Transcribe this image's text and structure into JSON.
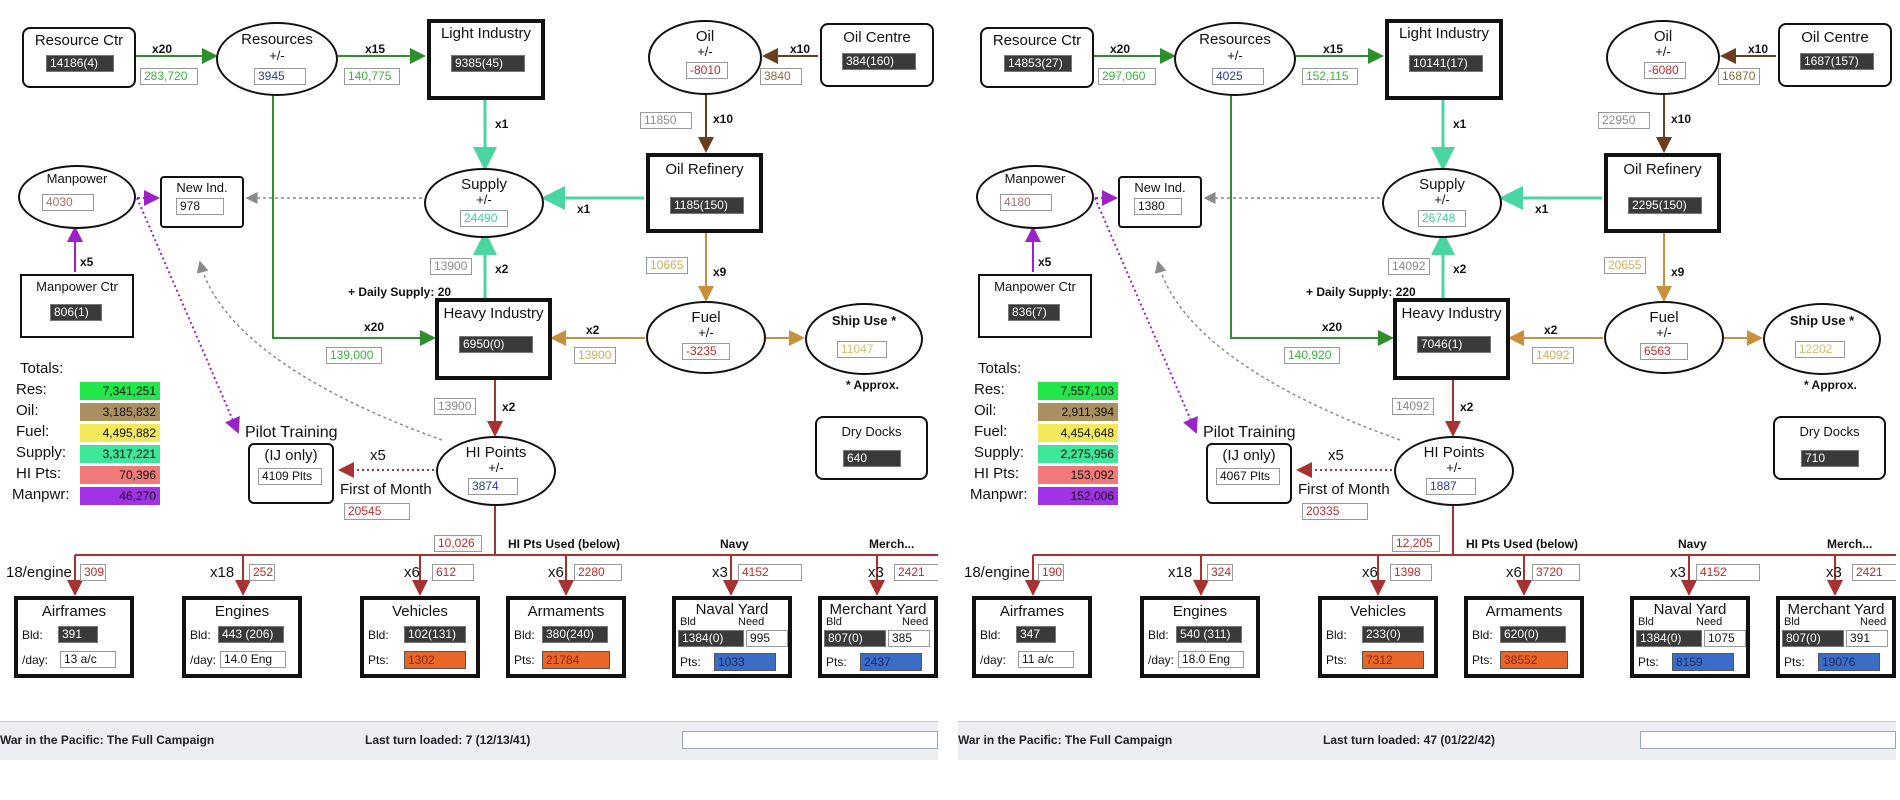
{
  "colors": {
    "green": "#2f8f2f",
    "mint": "#49d6a0",
    "oil": "#6b3e1f",
    "fuel": "#c8903a",
    "hi": "#a83232",
    "purple": "#9b22c5",
    "grey": "#8a8a8a"
  },
  "labels": {
    "resource_ctr": "Resource Ctr",
    "resources": "Resources",
    "plusminus": "+/-",
    "light_industry": "Light Industry",
    "oil": "Oil",
    "oil_centre": "Oil Centre",
    "oil_refinery": "Oil Refinery",
    "supply": "Supply",
    "manpower": "Manpower",
    "new_ind": "New Ind.",
    "manpower_ctr": "Manpower Ctr",
    "daily_supply": "+ Daily Supply:",
    "heavy_industry": "Heavy Industry",
    "fuel": "Fuel",
    "ship_use": "Ship Use *",
    "approx": "* Approx.",
    "dry_docks": "Dry Docks",
    "totals": "Totals:",
    "res": "Res:",
    "oil_t": "Oil:",
    "fuel_t": "Fuel:",
    "supply_t": "Supply:",
    "hi_pts": "HI Pts:",
    "manpwr": "Manpwr:",
    "pilot_training": "Pilot Training",
    "ij_only": "(IJ only)",
    "first_of_month": "First of Month",
    "hi_points": "HI Points",
    "hi_used": "HI Pts Used (below)",
    "navy": "Navy",
    "merch": "Merch...",
    "per_engine": "18/engine",
    "airframes": "Airframes",
    "engines": "Engines",
    "vehicles": "Vehicles",
    "armaments": "Armaments",
    "naval_yard": "Naval Yard",
    "merchant_yard": "Merchant Yard",
    "bld": "Bld:",
    "per_day": "/day:",
    "pts": "Pts:",
    "bld_col": "Bld",
    "need_col": "Need",
    "x20": "x20",
    "x15": "x15",
    "x10": "x10",
    "x1": "x1",
    "x2": "x2",
    "x9": "x9",
    "x5": "x5",
    "x18": "x18",
    "x6": "x6",
    "x3": "x3"
  },
  "panels": [
    {
      "resource_ctr": "14186(4)",
      "res_income": "283,720",
      "resources_net": "3945",
      "li_income": "140,775",
      "light_industry": "9385(45)",
      "oil_net": "-8010",
      "oil_income": "3840",
      "oil_centre": "384(160)",
      "refinery_oil": "11850",
      "oil_refinery": "1185(150)",
      "manpower": "4030",
      "new_ind": "978",
      "supply_net": "24490",
      "supply_hi": "13900",
      "daily_supply": "20",
      "manpower_ctr": "806(1)",
      "heavy_industry": "6950(0)",
      "fuel_net": "-3235",
      "fuel_refinery": "10665",
      "fuel_hi": "13900",
      "ship_use": "11047",
      "hi_res": "139,000",
      "dry_docks": "640",
      "tot_res": "7,341,251",
      "tot_oil": "3,185,832",
      "tot_fuel": "4,495,882",
      "tot_supply": "3,317,221",
      "tot_hi": "70,396",
      "tot_manpwr": "46,270",
      "hi_pts_in": "13900",
      "pilot_training": "4109 Plts",
      "hi_points": "3874",
      "first_of_month": "20545",
      "hi_used": "10,026",
      "air_need": "309",
      "eng_need": "252",
      "veh_need": "612",
      "arm_need": "2280",
      "naval_need_top": "4152",
      "merch_need_top": "2421",
      "air_bld": "391",
      "air_day": "13 a/c",
      "eng_bld": "443 (206)",
      "eng_day": "14.0 Eng",
      "veh_bld": "102(131)",
      "veh_pts": "1302",
      "arm_bld": "380(240)",
      "arm_pts": "21784",
      "naval_bld": "1384(0)",
      "naval_need": "995",
      "naval_pts": "1033",
      "merch_bld": "807(0)",
      "merch_need": "385",
      "merch_pts": "2437",
      "status_title": "War in the Pacific: The Full Campaign",
      "status_turn": "Last turn loaded: 7 (12/13/41)"
    },
    {
      "resource_ctr": "14853(27)",
      "res_income": "297,060",
      "resources_net": "4025",
      "li_income": "152,115",
      "light_industry": "10141(17)",
      "oil_net": "-6080",
      "oil_income": "16870",
      "oil_centre": "1687(157)",
      "refinery_oil": "22950",
      "oil_refinery": "2295(150)",
      "manpower": "4180",
      "new_ind": "1380",
      "supply_net": "26748",
      "supply_hi": "14092",
      "daily_supply": "220",
      "manpower_ctr": "836(7)",
      "heavy_industry": "7046(1)",
      "fuel_net": "6563",
      "fuel_refinery": "20655",
      "fuel_hi": "14092",
      "ship_use": "12202",
      "hi_res": "140,920",
      "dry_docks": "710",
      "tot_res": "7,557,103",
      "tot_oil": "2,911,394",
      "tot_fuel": "4,454,648",
      "tot_supply": "2,275,956",
      "tot_hi": "153,092",
      "tot_manpwr": "152,006",
      "hi_pts_in": "14092",
      "pilot_training": "4067 Plts",
      "hi_points": "1887",
      "first_of_month": "20335",
      "hi_used": "12,205",
      "air_need": "190",
      "eng_need": "324",
      "veh_need": "1398",
      "arm_need": "3720",
      "naval_need_top": "4152",
      "merch_need_top": "2421",
      "air_bld": "347",
      "air_day": "11 a/c",
      "eng_bld": "540 (311)",
      "eng_day": "18.0 Eng",
      "veh_bld": "233(0)",
      "veh_pts": "7312",
      "arm_bld": "620(0)",
      "arm_pts": "38552",
      "naval_bld": "1384(0)",
      "naval_need": "1075",
      "naval_pts": "8159",
      "merch_bld": "807(0)",
      "merch_need": "391",
      "merch_pts": "19076",
      "status_title": "War in the Pacific: The Full Campaign",
      "status_turn": "Last turn loaded: 47 (01/22/42)"
    }
  ]
}
